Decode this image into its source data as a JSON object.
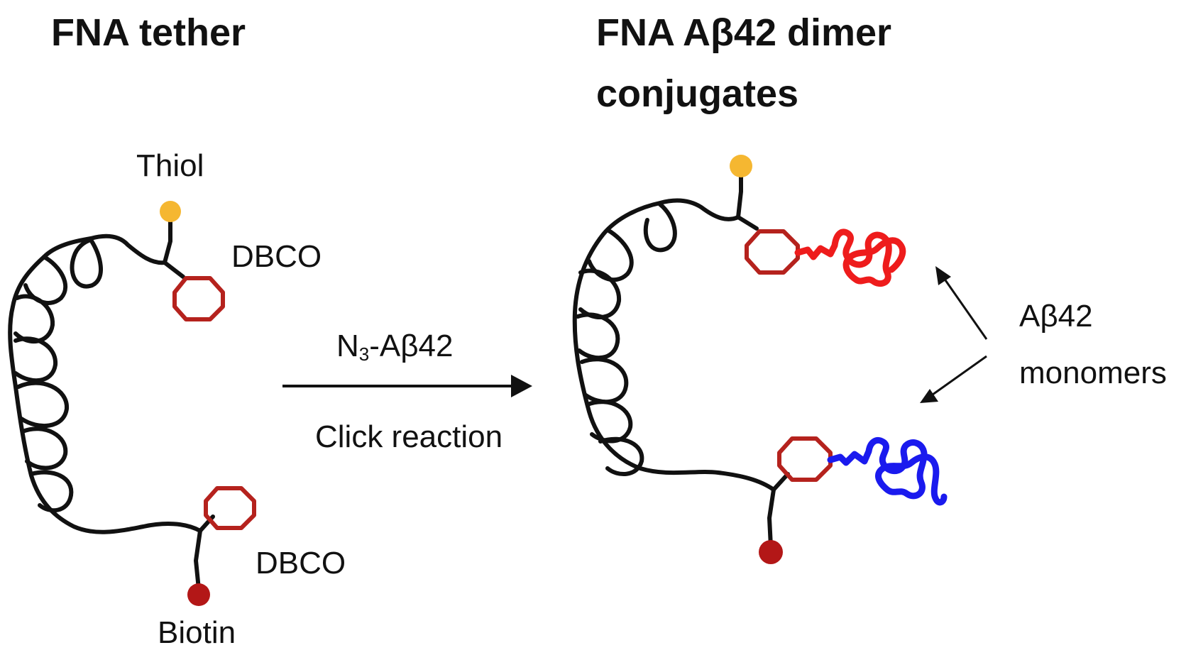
{
  "left_panel": {
    "title": "FNA tether",
    "thiol_label": "Thiol",
    "dbco_top_label": "DBCO",
    "dbco_bottom_label": "DBCO",
    "biotin_label": "Biotin"
  },
  "reaction": {
    "reagent_main": "N",
    "reagent_subscript": "3",
    "reagent_rest": "-Aβ42",
    "condition": "Click reaction"
  },
  "right_panel": {
    "title_line1": "FNA Aβ42 dimer",
    "title_line2": "conjugates",
    "monomer_label_line1": "Aβ42",
    "monomer_label_line2": "monomers"
  },
  "colors": {
    "strand": "#111111",
    "thiol": "#f5b731",
    "dbco": "#b5221d",
    "biotin": "#b31717",
    "abeta_top": "#ee1c1c",
    "abeta_bottom": "#1a1aee"
  }
}
